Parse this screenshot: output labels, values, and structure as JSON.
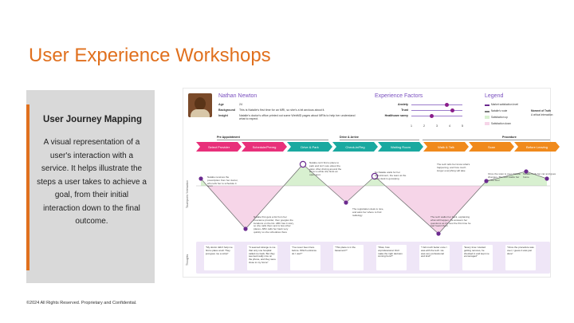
{
  "slide": {
    "title": "User Experience Workshops",
    "footer": "©2024 All Rights Reserved. Proprietary and Confidential.",
    "accent_color": "#e0701e"
  },
  "sidebar": {
    "heading": "User Journey Mapping",
    "body": "A visual representation of a user's interaction with a service. It helps illustrate the steps a user takes to achieve a goal, from their initial interaction down to the final outcome."
  },
  "journey_map": {
    "persona": {
      "name": "Nathan Newton",
      "rows": [
        {
          "key": "Age",
          "value": "24"
        },
        {
          "key": "Background",
          "value": "This is Natalie's first time for an MRI, so she's a bit anxious about it."
        },
        {
          "key": "Insight",
          "value": "Natalie's doctor's office printed out some WebMD pages about MRIs to help her understand what to expect."
        }
      ]
    },
    "experience_factors": {
      "title": "Experience Factors",
      "factors": [
        {
          "label": "Anxiety",
          "value": 3.8
        },
        {
          "label": "Trust",
          "value": 4.2
        },
        {
          "label": "Healthcare savvy",
          "value": 2.6
        }
      ],
      "ticks": [
        "1",
        "2",
        "3",
        "4",
        "5"
      ]
    },
    "legend": {
      "title": "Legend",
      "items": [
        {
          "label": "Market satisfaction level",
          "color": "#6b2a8f"
        },
        {
          "label": "Natalie's route",
          "color": "#7c7c7c"
        },
        {
          "label": "Satisfaction up",
          "color": "#d8f0d0"
        },
        {
          "label": "Satisfaction down",
          "color": "#f6d5e8"
        }
      ],
      "side_items": [
        "Moment of Truth",
        "A critical interaction"
      ]
    },
    "phases": [
      {
        "label": "Pre Appointment"
      },
      {
        "label": "Drive & Arrive"
      },
      {
        "label": "Procedure"
      }
    ],
    "stages": [
      {
        "label": "Select Provider",
        "color": "#e8307a"
      },
      {
        "label": "Schedule/Prereg",
        "color": "#e8307a"
      },
      {
        "label": "Drive & Park",
        "color": "#1aa9a0"
      },
      {
        "label": "Check-in/Reg",
        "color": "#1aa9a0"
      },
      {
        "label": "Waiting Room",
        "color": "#1aa9a0"
      },
      {
        "label": "Walk & Talk",
        "color": "#f08a1c"
      },
      {
        "label": "Scan",
        "color": "#f08a1c"
      },
      {
        "label": "Before Leaving",
        "color": "#f08a1c"
      }
    ],
    "axis_labels": {
      "touchpoint": "Touchpoint / Interaction",
      "thoughts": "Thoughts"
    },
    "curve_values": [
      2.3,
      0.2,
      2.9,
      1.3,
      2.4,
      0.0,
      2.2,
      2.6,
      2.3
    ],
    "notes": [
      "Natalie receives the prescription from her doctor, who tells her to schedule it soon",
      "Natalie first gets a list from her insurance provider, then googles the locations on the list. ABC has it story, so she calls them and is few other places. ABC calls her back very quickly so she schedules there",
      "Natalie can't find a place to park and isn't sure about the valet. After driving around the lot for a while she finds an open spot.",
      "The registration desk is nice, and asks her where to find radiology",
      "So Natalie waits for her appointment, the team at the front desk is gossiping",
      "The tech tells her know what's happening, and how much longer everything will take",
      "The tech walks her back, explaining what will happen. He answers her questions as it's now the first time he had heard them",
      "Once the scan is over, Natalie changes. The tech walks her to the door",
      "Natalie finds her car and goes home"
    ],
    "thoughts": [
      "\"My doctor didn't help me find a place at all. They just gave me a script\"",
      "\"It seemed strange to me that only one hospital called me back. But they seemed really nice on the phone, and they were close to my home\"",
      "\"I've never been here before. Which entrance do I use?\"",
      "\"This place is in the basement?\"",
      "\"Wow, how unprofessional. Did I make the right decision coming here?\"",
      "\"I felt much better once I was with the tech. He was very professional and kind\"",
      "\"Every time I started getting nervous, he checked in and kept me encouraged\"",
      "\"Once the procedure was over, I guess it was just done\""
    ]
  }
}
